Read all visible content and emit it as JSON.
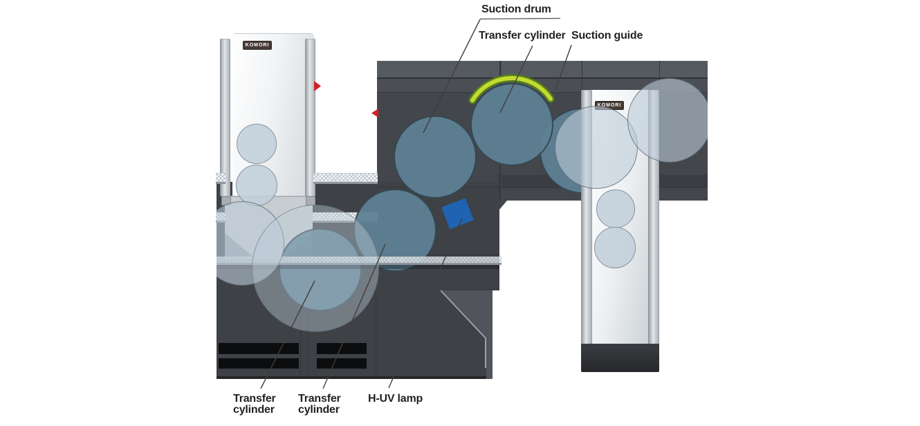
{
  "diagram": {
    "brand_left": "KOMORI",
    "brand_right": "KOMORI",
    "labels": {
      "suction_drum": "Suction drum",
      "transfer_cylinder_top": "Transfer cylinder",
      "suction_guide": "Suction guide",
      "transfer_cylinder_left": {
        "line1": "Transfer",
        "line2": "cylinder"
      },
      "transfer_cylinder_mid": {
        "line1": "Transfer",
        "line2": "cylinder"
      },
      "huv_lamp": "H-UV lamp"
    },
    "colors": {
      "machine_body": "#43464b",
      "machine_lower": "#3e4146",
      "cylinder_teal": "#5e8193",
      "cylinder_light": "#c3cfda",
      "suction_guide_bright": "#c3da30",
      "suction_guide_dark": "#55801d",
      "huv_lamp_blue": "#1f63b3",
      "marker_red": "#d02127",
      "label_text": "#231f20"
    }
  }
}
